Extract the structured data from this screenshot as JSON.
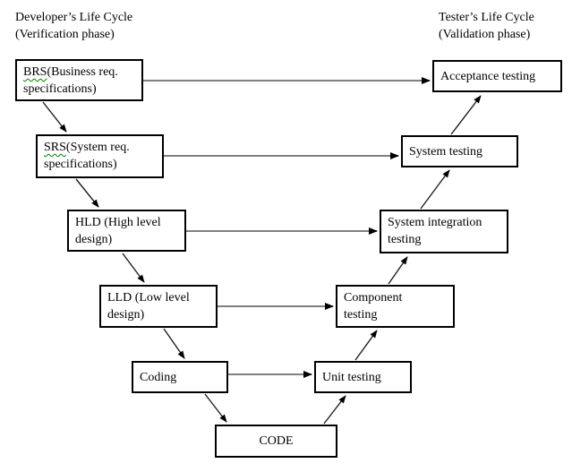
{
  "headers": {
    "developer": {
      "line1": "Developer’s Life Cycle",
      "line2": "(Verification phase)"
    },
    "tester": {
      "line1": "Tester’s Life Cycle",
      "line2": "(Validation phase)"
    }
  },
  "boxes": {
    "brs": {
      "acronym": "BRS",
      "line1_rest": "(Business req.",
      "line2": "specifications)"
    },
    "srs": {
      "acronym": "SRS",
      "line1_rest": "(System req.",
      "line2": "specifications)"
    },
    "hld": {
      "line1": "HLD (High level",
      "line2": "design)"
    },
    "lld": {
      "line1": "LLD (Low level",
      "line2": "design)"
    },
    "coding": {
      "line1": "Coding"
    },
    "code": {
      "line1": "CODE"
    },
    "unit": {
      "line1": "Unit testing"
    },
    "component": {
      "line1": "Component",
      "line2": "testing"
    },
    "sysint": {
      "line1": "System integration",
      "line2": "testing"
    },
    "system": {
      "line1": "System testing"
    },
    "acceptance": {
      "line1": "Acceptance testing"
    }
  },
  "colors": {
    "background": "#ffffff",
    "box_border": "#000000",
    "text_color": "#000000",
    "connector_line": "#808080",
    "arrowhead": "#000000",
    "diagonal_line": "#1f1f1f",
    "squiggle": "#008000"
  }
}
